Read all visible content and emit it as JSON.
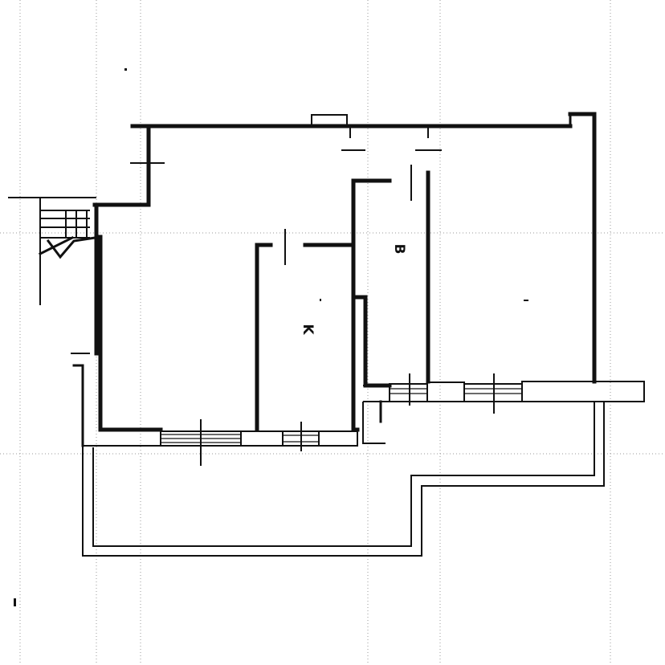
{
  "rooms": [
    {
      "id": "k",
      "label": "K"
    },
    {
      "id": "b",
      "label": "B"
    }
  ]
}
